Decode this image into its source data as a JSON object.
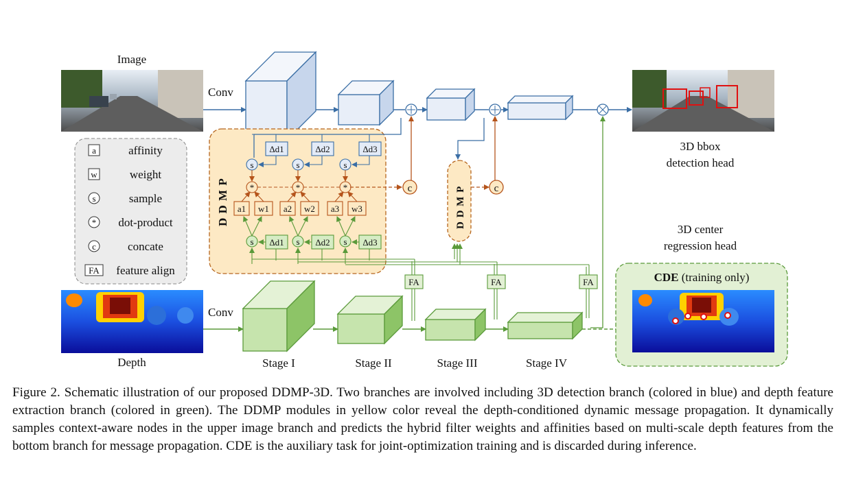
{
  "labels": {
    "image": "Image",
    "depth": "Depth",
    "conv_top": "Conv",
    "conv_bottom": "Conv",
    "bbox_head_line1": "3D bbox",
    "bbox_head_line2": "detection head",
    "center_head_line1": "3D center",
    "center_head_line2": "regression head",
    "cde_bold": "CDE",
    "cde_rest": " (training only)",
    "ddmp_large": "D D M P",
    "ddmp_small": "D D M P",
    "fa": "FA",
    "concat_symbol": "c",
    "stages": [
      "Stage I",
      "Stage II",
      "Stage III",
      "Stage IV"
    ]
  },
  "ddmp_block": {
    "delta_top": [
      "Δd1",
      "Δd2",
      "Δd3"
    ],
    "delta_bottom": [
      "Δd1",
      "Δd2",
      "Δd3"
    ],
    "affinities": [
      "a1",
      "a2",
      "a3"
    ],
    "weights": [
      "w1",
      "w2",
      "w3"
    ],
    "sample_symbol": "s",
    "dot_symbol": "*"
  },
  "legend": [
    {
      "symbol": "a",
      "label": "affinity",
      "shape": "square"
    },
    {
      "symbol": "w",
      "label": "weight",
      "shape": "square"
    },
    {
      "symbol": "s",
      "label": "sample",
      "shape": "circle"
    },
    {
      "symbol": "*",
      "label": "dot-product",
      "shape": "circle"
    },
    {
      "symbol": "c",
      "label": "concate",
      "shape": "circle"
    },
    {
      "symbol": "FA",
      "label": "feature align",
      "shape": "square"
    }
  ],
  "caption": "Figure 2. Schematic illustration of our proposed DDMP-3D. Two branches are involved including 3D detection branch (colored in blue) and depth feature extraction branch (colored in green). The DDMP modules in yellow color reveal the depth-conditioned dynamic message propagation. It dynamically samples context-aware nodes in the upper image branch and predicts the hybrid filter weights and affinities based on multi-scale depth features from the bottom branch for message propagation. CDE is the auxiliary task for joint-optimization training and is discarded during inference.",
  "colors": {
    "blue_stroke": "#3a6ea5",
    "blue_fill": "#e3ebf7",
    "green_stroke": "#5a9a3a",
    "green_fill": "#d6ecc4",
    "ddmp_fill": "#fde9c4",
    "ddmp_stroke": "#b5651d",
    "arrow_orange": "#b5541b"
  }
}
